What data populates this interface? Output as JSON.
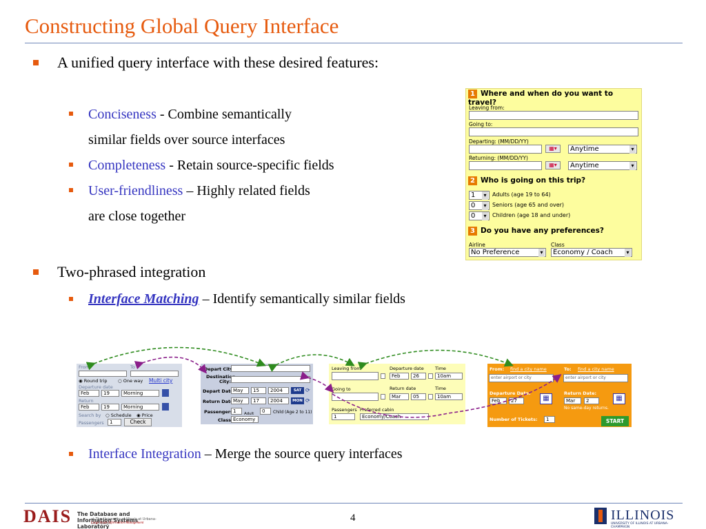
{
  "title": "Constructing Global Query Interface",
  "bullets": {
    "intro": "A unified query interface with these desired features:",
    "conciseness_term": "Conciseness",
    "conciseness_text": " - Combine semantically",
    "conciseness_text2": "similar fields over source interfaces",
    "completeness_term": "Completeness",
    "completeness_text": " - Retain source-specific fields",
    "friendly_term": "User-friendliness",
    "friendly_text": " – Highly related fields",
    "friendly_text2": "are close together",
    "two_phase": "Two-phrased integration",
    "matching_term": "Interface Matching",
    "matching_text": " – Identify semantically similar fields",
    "integration_term": "Interface Integration",
    "integration_text": " – Merge the source query interfaces"
  },
  "form": {
    "s1_num": "1",
    "s1_title": "Where and when do you want to travel?",
    "leaving": "Leaving from:",
    "going": "Going to:",
    "departing": "Departing: (MM/DD/YY)",
    "returning": "Returning: (MM/DD/YY)",
    "time1": "Anytime",
    "time2": "Anytime",
    "s2_num": "2",
    "s2_title": "Who is going on this trip?",
    "adults_val": "1",
    "adults": "Adults (age 19 to 64)",
    "seniors_val": "0",
    "seniors": "Seniors (age 65 and over)",
    "children_val": "0",
    "children": "Children (age 18 and under)",
    "s3_num": "3",
    "s3_title": "Do you have any preferences?",
    "airline": "Airline",
    "airline_val": "No Preference",
    "class": "Class",
    "class_val": "Economy / Coach"
  },
  "thumb1": {
    "from": "From",
    "to": "To",
    "round": "Round trip",
    "oneway": "One way",
    "multi": "Multi city",
    "dep": "Departure date",
    "dep_m": "Feb",
    "dep_d": "19",
    "dep_t": "Morning",
    "ret": "Return",
    "ret_m": "Feb",
    "ret_d": "19",
    "ret_t": "Morning",
    "search": "Search by",
    "schedule": "Schedule",
    "price": "Price",
    "pass": "Passengers",
    "pass_v": "1",
    "check": "Check"
  },
  "thumb2": {
    "depcity": "Depart City:",
    "dest1": "Destination",
    "dest2": "City:",
    "depdate": "Depart Date:",
    "d_m": "May",
    "d_d": "15",
    "d_y": "2004",
    "d_w": "SAT",
    "retdate": "Return Date:",
    "r_m": "May",
    "r_d": "17",
    "r_y": "2004",
    "r_w": "MON",
    "pass": "Passengers:",
    "adult_v": "1",
    "adult": "Adult",
    "child_v": "0",
    "child": "Child (Age 2 to 11)",
    "class": "Class:",
    "class_v": "Economy"
  },
  "thumb3": {
    "leaving": "Leaving from",
    "depdate": "Departure date",
    "time": "Time",
    "d_m": "Feb",
    "d_d": "26",
    "d_t": "10am",
    "going": "Going to",
    "retdate": "Return date",
    "time2": "Time",
    "r_m": "Mar",
    "r_d": "05",
    "r_t": "10am",
    "pass": "Passengers",
    "cabin": "Preferred cabin",
    "pass_v": "1",
    "cabin_v": "Economy/Coach"
  },
  "thumb4": {
    "from": "From:",
    "from_link": "find a city name",
    "to": "To:",
    "to_link": "find a city name",
    "from_ph": "enter airport or city",
    "to_ph": "enter airport or city",
    "dep": "Departure Date:",
    "d_m": "Feb",
    "d_d": "27",
    "ret": "Return Date:",
    "r_m": "Mar",
    "r_d": "2",
    "nosame": "No same-day returns.",
    "tickets": "Number of Tickets:",
    "tickets_v": "1",
    "start": "START"
  },
  "footer": {
    "page": "4",
    "dais": "DAIS",
    "lab": "The Database and Information Systems Laboratory",
    "lab_sub": "at The University of Illinois at Urbana-Champaign",
    "lab_sub2": "Large Scale Information Management",
    "illinois": "ILLINOIS",
    "illinois_sub": "UNIVERSITY OF ILLINOIS AT URBANA-CHAMPAIGN"
  },
  "colors": {
    "accent": "#e65a0e",
    "term_blue": "#3434c0",
    "arrow_green": "#2e8b1e",
    "arrow_purple": "#8a1e8a",
    "form_yellow": "#fdfd9e",
    "orange_panel": "#f59a10"
  }
}
